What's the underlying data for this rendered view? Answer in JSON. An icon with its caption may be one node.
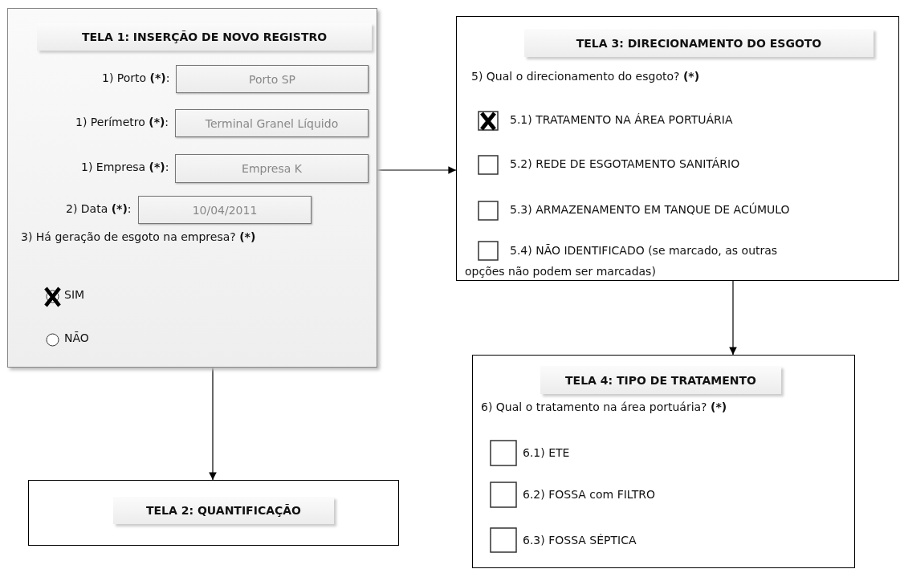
{
  "diagram": {
    "nodes": [
      {
        "text": [
          "TELA 1: INSERÇÃO DE NOVO REGISTRO"
        ]
      },
      {
        "text": [
          "Porto SP"
        ],
        "in": 0,
        "beside": [
          "1) Porto **(*)**:"
        ]
      },
      {
        "text": [
          "Terminal Granel Líquido"
        ],
        "in": 0,
        "beside": [
          "1) Perímetro **(*)**:"
        ]
      },
      {
        "text": [
          "Empresa K"
        ],
        "in": 0,
        "beside": [
          "1) Empresa **(*)**:"
        ]
      },
      {
        "text": [
          "10/04/2011"
        ],
        "in": 0,
        "beside": [
          "2) Data **(*)**:"
        ]
      },
      {
        "text": [],
        "shape": "cross",
        "in": 0,
        "beside": [
          "SIM"
        ]
      },
      {
        "text": [],
        "shape": "circle",
        "in": 0,
        "beside": [
          "NÃO"
        ]
      },
      {
        "text": [
          "TELA 2: QUANTIFICAÇÃO"
        ]
      },
      {
        "text": [
          "TELA 3: DIRECIONAMENTO DO ESGOTO"
        ]
      },
      {
        "text": [],
        "shape": "cross",
        "in": 8,
        "beside": [
          "5.1) TRATAMENTO NA ÁREA PORTUÁRIA"
        ]
      },
      {
        "text": [],
        "shape": "box",
        "in": 8,
        "beside": [
          "5.2) REDE DE ESGOTAMENTO SANITÁRIO"
        ]
      },
      {
        "text": [],
        "shape": "box",
        "in": 8,
        "beside": [
          "5.3) ARMAZENAMENTO EM TANQUE DE ACÚMULO"
        ]
      },
      {
        "text": [],
        "shape": "box",
        "in": 8,
        "beside": [
          "5.4) NÃO IDENTIFICADO (se marcado, as outras opções não podem ser marcadas)"
        ]
      },
      {
        "text": [
          "TELA 4: TIPO DE TRATAMENTO"
        ]
      },
      {
        "text": [],
        "shape": "box",
        "in": 13,
        "beside": [
          "6.1) ETE"
        ]
      },
      {
        "text": [],
        "shape": "box",
        "in": 13,
        "beside": [
          "6.2) FOSSA com FILTRO"
        ]
      },
      {
        "text": [],
        "shape": "box",
        "in": 13,
        "beside": [
          "6.3) FOSSA SÉPTICA"
        ]
      }
    ],
    "edges": [
      {
        "from": 0,
        "to": 7,
        "arrow": "to"
      },
      {
        "from": 0,
        "to": 8,
        "arrow": "to"
      },
      {
        "from": 8,
        "to": 13,
        "arrow": "to"
      }
    ],
    "labels": [
      "3) Há geração de esgoto na empresa? **(*)**",
      "5) Qual o direcionamento do esgoto? **(*)**",
      "6) Qual o tratamento na área portuária? **(*)**"
    ]
  }
}
